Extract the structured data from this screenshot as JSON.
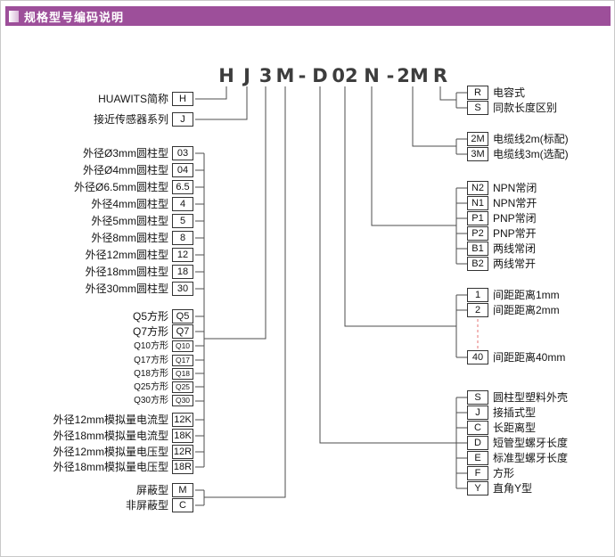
{
  "header": {
    "title": "规格型号编码说明"
  },
  "model_code": {
    "chars": [
      "H",
      "J",
      "3",
      "M",
      "-",
      "D",
      "02",
      "N",
      "-",
      "2M",
      "R"
    ]
  },
  "left": {
    "items": [
      {
        "label": "HUAWITS简称",
        "code": "H"
      },
      {
        "label": "接近传感器系列",
        "code": "J"
      },
      {
        "label": "外径Ø3mm圆柱型",
        "code": "03"
      },
      {
        "label": "外径Ø4mm圆柱型",
        "code": "04"
      },
      {
        "label": "外径Ø6.5mm圆柱型",
        "code": "6.5"
      },
      {
        "label": "外径4mm圆柱型",
        "code": "4"
      },
      {
        "label": "外径5mm圆柱型",
        "code": "5"
      },
      {
        "label": "外径8mm圆柱型",
        "code": "8"
      },
      {
        "label": "外径12mm圆柱型",
        "code": "12"
      },
      {
        "label": "外径18mm圆柱型",
        "code": "18"
      },
      {
        "label": "外径30mm圆柱型",
        "code": "30"
      },
      {
        "label": "Q5方形",
        "code": "Q5"
      },
      {
        "label": "Q7方形",
        "code": "Q7"
      },
      {
        "label": "Q10方形",
        "code": "Q10"
      },
      {
        "label": "Q17方形",
        "code": "Q17"
      },
      {
        "label": "Q18方形",
        "code": "Q18"
      },
      {
        "label": "Q25方形",
        "code": "Q25"
      },
      {
        "label": "Q30方形",
        "code": "Q30"
      },
      {
        "label": "外径12mm模拟量电流型",
        "code": "12K"
      },
      {
        "label": "外径18mm模拟量电流型",
        "code": "18K"
      },
      {
        "label": "外径12mm模拟量电压型",
        "code": "12R"
      },
      {
        "label": "外径18mm模拟量电压型",
        "code": "18R"
      },
      {
        "label": "屏蔽型",
        "code": "M"
      },
      {
        "label": "非屏蔽型",
        "code": "C"
      }
    ]
  },
  "right": {
    "items": [
      {
        "code": "R",
        "label": "电容式"
      },
      {
        "code": "S",
        "label": "同款长度区别"
      },
      {
        "code": "2M",
        "label": "电缆线2m(标配)"
      },
      {
        "code": "3M",
        "label": "电缆线3m(选配)"
      },
      {
        "code": "N2",
        "label": "NPN常闭"
      },
      {
        "code": "N1",
        "label": "NPN常开"
      },
      {
        "code": "P1",
        "label": "PNP常闭"
      },
      {
        "code": "P2",
        "label": "PNP常开"
      },
      {
        "code": "B1",
        "label": "两线常闭"
      },
      {
        "code": "B2",
        "label": "两线常开"
      },
      {
        "code": "1",
        "label": "间距距离1mm"
      },
      {
        "code": "2",
        "label": "间距距离2mm"
      },
      {
        "code": "40",
        "label": "间距距离40mm"
      },
      {
        "code": "S",
        "label": "圆柱型塑料外壳"
      },
      {
        "code": "J",
        "label": "接插式型"
      },
      {
        "code": "C",
        "label": "长距离型"
      },
      {
        "code": "D",
        "label": "短管型螺牙长度"
      },
      {
        "code": "E",
        "label": "标准型螺牙长度"
      },
      {
        "code": "F",
        "label": "方形"
      },
      {
        "code": "Y",
        "label": "直角Y型"
      }
    ]
  },
  "colors": {
    "header_bg": "#9d4f9a",
    "line": "#4d4d4d",
    "dashed_line": "#e57373"
  }
}
